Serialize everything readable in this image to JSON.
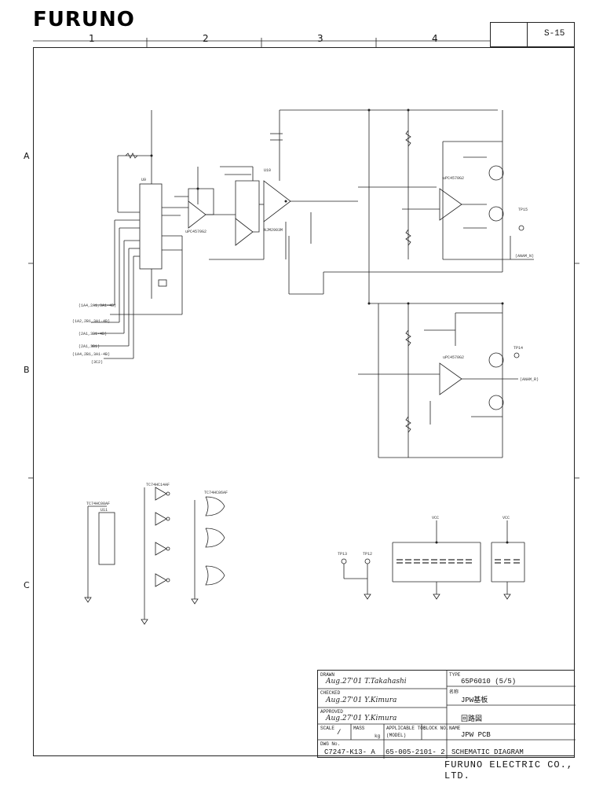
{
  "header": {
    "logo": "FURUNO",
    "page_no": "S-15",
    "columns": [
      "1",
      "2",
      "3",
      "4"
    ],
    "rows": [
      "A",
      "B",
      "C"
    ]
  },
  "title_block": {
    "drawn_label": "DRAWN",
    "drawn_sig": "Aug.27'01 T.Takahashi",
    "checked_label": "CHECKED",
    "checked_sig": "Aug.27'01 Y.Kimura",
    "approved_label": "APPROVED",
    "approved_sig": "Aug.27'01 Y.Kimura",
    "scale_label": "SCALE",
    "mass_label": "MASS",
    "scale_value": "/",
    "mass_unit": "kg",
    "applicable_label": "APPLICABLE TO:",
    "model_label": "(MODEL)",
    "block_label": "BLOCK NO.",
    "type_label": "TYPE",
    "type_value": "65P6010 (5/5)",
    "jp_name_label": "名称",
    "jp_name_value": "JPW基板",
    "jp_diagram": "回路図",
    "name_label": "NAME",
    "name_value": "JPW PCB",
    "dwg_label": "DWG No.",
    "dwg_value": "C7247-K13- A",
    "doc_no": "65-005-2101- 2",
    "sheet_title": "SCHEMATIC DIAGRAM"
  },
  "company": "FURUNO ELECTRIC CO., LTD.",
  "schematic_labels": {
    "u9": "U9",
    "u10": "U10",
    "u11": "U11",
    "ic_upc": "uPC4570G2",
    "ic_njm": "NJM2903M",
    "tp13": "TP13",
    "tp14": "TP14",
    "tp15": "TP15",
    "tp12": "TP12",
    "out_a": "(ANAM_N)",
    "out_b": "(ANAM_R)",
    "in1": "(1A4,2A1,3A1-4B)",
    "in2": "(1A2,2B1,3A1-4B)",
    "in3": "(2A1,3B1-4B)",
    "in4": "(2A1,3B1)",
    "in5": "(1A4,2B1,3A1-4B)",
    "cc": "(3C2)",
    "vcc": "VCC",
    "gnd": "GND",
    "logic_a": "TC74HC14AF",
    "logic_b": "TC74HC86AF",
    "logic_c": "TC74HC08AF"
  }
}
